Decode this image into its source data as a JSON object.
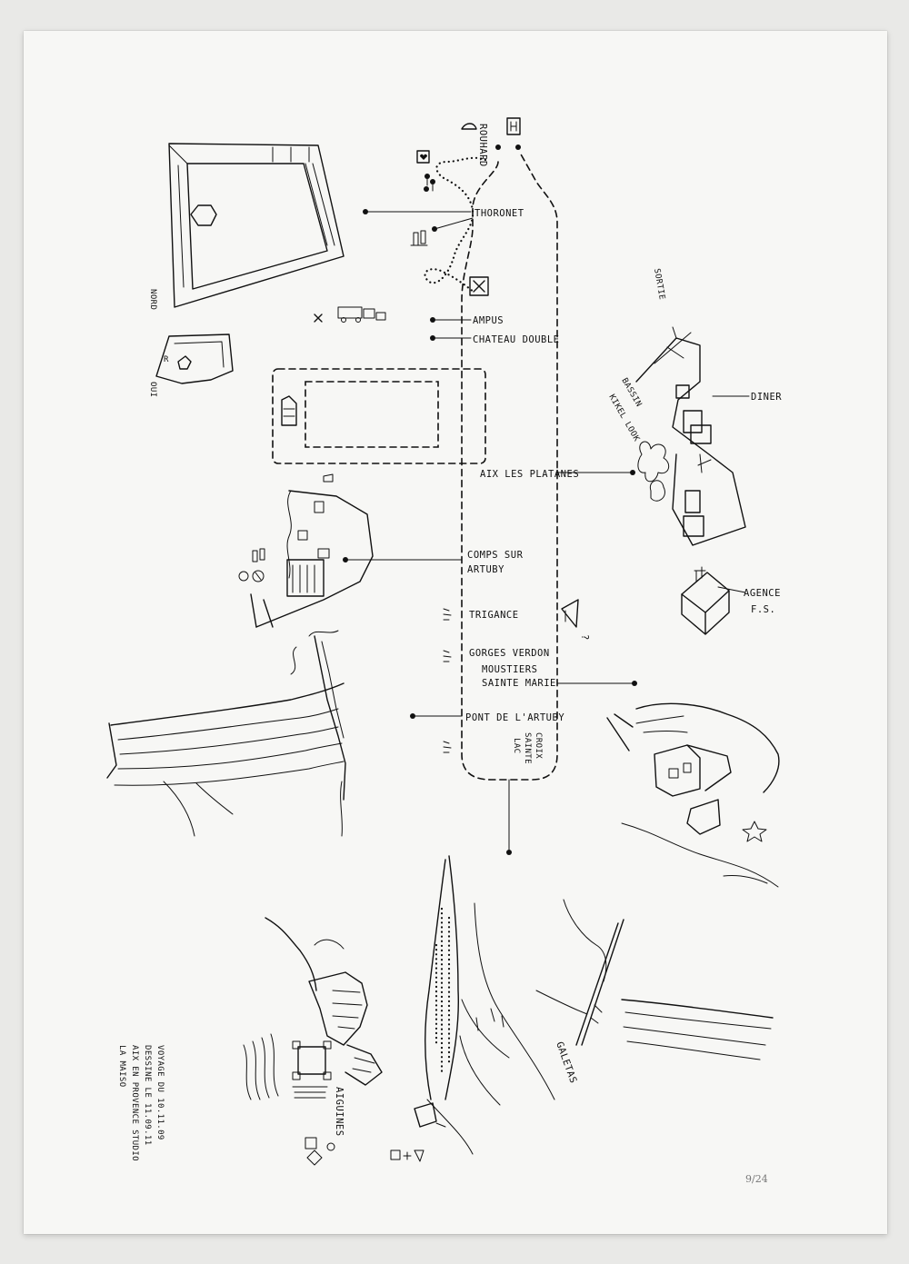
{
  "route_labels": {
    "roughard": "ROUHARD",
    "thoronet": "THORONET",
    "ampus": "AMPUS",
    "chateau_double": "CHATEAU DOUBLE",
    "aix_platanes": "AIX LES PLATANES",
    "comps_line1": "COMPS SUR",
    "comps_line2": "ARTUBY",
    "trigance": "TRIGANCE",
    "gorges_verdon": "GORGES VERDON",
    "moustiers_line1": "MOUSTIERS",
    "moustiers_line2": "SAINTE MARIE",
    "pont_artuby": "PONT DE L'ARTUBY",
    "lac_sainte_croix": [
      "LAC",
      "SAINTE",
      "CROIX"
    ]
  },
  "side_labels": {
    "sortie": "SORTIE",
    "diner": "DINER",
    "bassin_line1": "BASSIN",
    "bassin_line2": "KIKEL LOOK",
    "agence_line1": "AGENCE",
    "agence_line2": "F.S.",
    "aiguines": "AIGUINES",
    "galetas": "GALETAS",
    "north_left": "NORD",
    "oui": "OUI",
    "r_label": "R",
    "question": "?"
  },
  "colophon": [
    "VOYAGE DU 10.11.09",
    "DESSINE LE 11.09.11",
    "AIX EN PROVENCE STUDIO",
    "LA MAISO"
  ],
  "edition": "9/24",
  "colors": {
    "ink": "#111111",
    "paper": "#f7f7f5",
    "background": "#e9e9e7",
    "edition_ink": "#777777"
  }
}
